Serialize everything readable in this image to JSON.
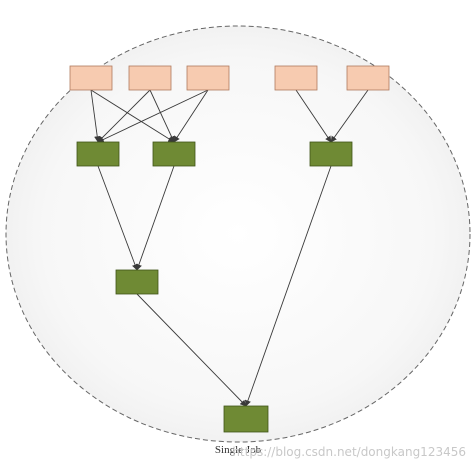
{
  "diagram": {
    "caption": "Single Job",
    "watermark": "https://blog.csdn.net/dongkang123456",
    "colors": {
      "input_fill": "#f7cbb0",
      "input_stroke": "#b07a5e",
      "task_fill": "#6f8a34",
      "task_stroke": "#3f5418",
      "boundary_stroke": "#666666",
      "edge": "#3a3a3a"
    },
    "nodes": [
      {
        "id": "input-1",
        "kind": "input"
      },
      {
        "id": "input-2",
        "kind": "input"
      },
      {
        "id": "input-3",
        "kind": "input"
      },
      {
        "id": "input-4",
        "kind": "input"
      },
      {
        "id": "input-5",
        "kind": "input"
      },
      {
        "id": "task-1",
        "kind": "task"
      },
      {
        "id": "task-2",
        "kind": "task"
      },
      {
        "id": "task-3",
        "kind": "task"
      },
      {
        "id": "task-4",
        "kind": "task"
      },
      {
        "id": "task-5",
        "kind": "task"
      }
    ],
    "edges": [
      {
        "from": "input-1",
        "to": "task-1"
      },
      {
        "from": "input-1",
        "to": "task-2"
      },
      {
        "from": "input-2",
        "to": "task-1"
      },
      {
        "from": "input-2",
        "to": "task-2"
      },
      {
        "from": "input-3",
        "to": "task-1"
      },
      {
        "from": "input-3",
        "to": "task-2"
      },
      {
        "from": "input-4",
        "to": "task-3"
      },
      {
        "from": "input-5",
        "to": "task-3"
      },
      {
        "from": "task-1",
        "to": "task-4"
      },
      {
        "from": "task-2",
        "to": "task-4"
      },
      {
        "from": "task-4",
        "to": "task-5"
      },
      {
        "from": "task-3",
        "to": "task-5"
      }
    ]
  }
}
